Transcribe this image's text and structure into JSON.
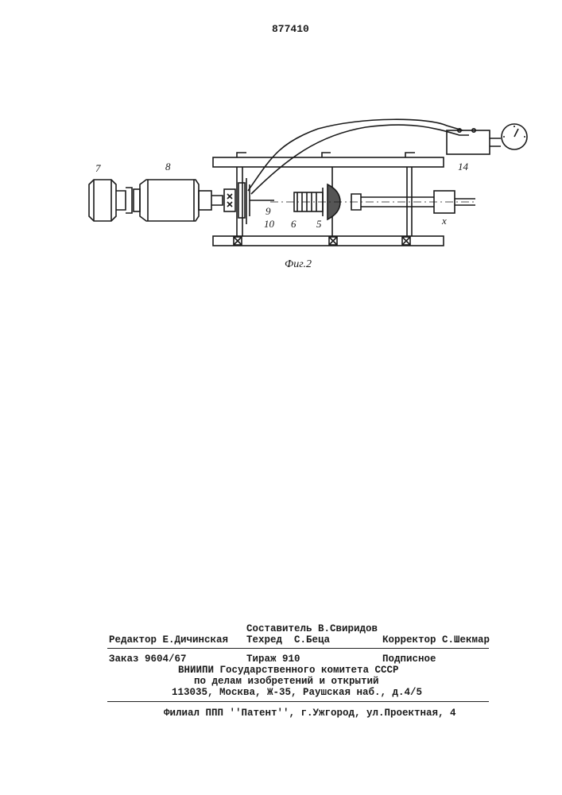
{
  "patent_number": "877410",
  "figure": {
    "caption": "Фиг.2",
    "part_labels": [
      "7",
      "8",
      "9",
      "10",
      "6",
      "5",
      "14",
      "x"
    ]
  },
  "footer": {
    "compiler": "Составитель В.Свиридов",
    "editor": "Редактор Е.Дичинская",
    "techred": "Техред  С.Беца",
    "corrector": "Корректор С.Шекмар",
    "order": "Заказ 9604/67",
    "circulation": "Тираж 910",
    "subscription": "Подписное",
    "org_line1": "ВНИИПИ Государственного комитета СССР",
    "org_line2": "по делам изобретений и открытий",
    "address": "113035, Москва, Ж-35, Раушская наб., д.4/5",
    "branch": "Филиал ППП ''Патент'', г.Ужгород, ул.Проектная, 4"
  }
}
